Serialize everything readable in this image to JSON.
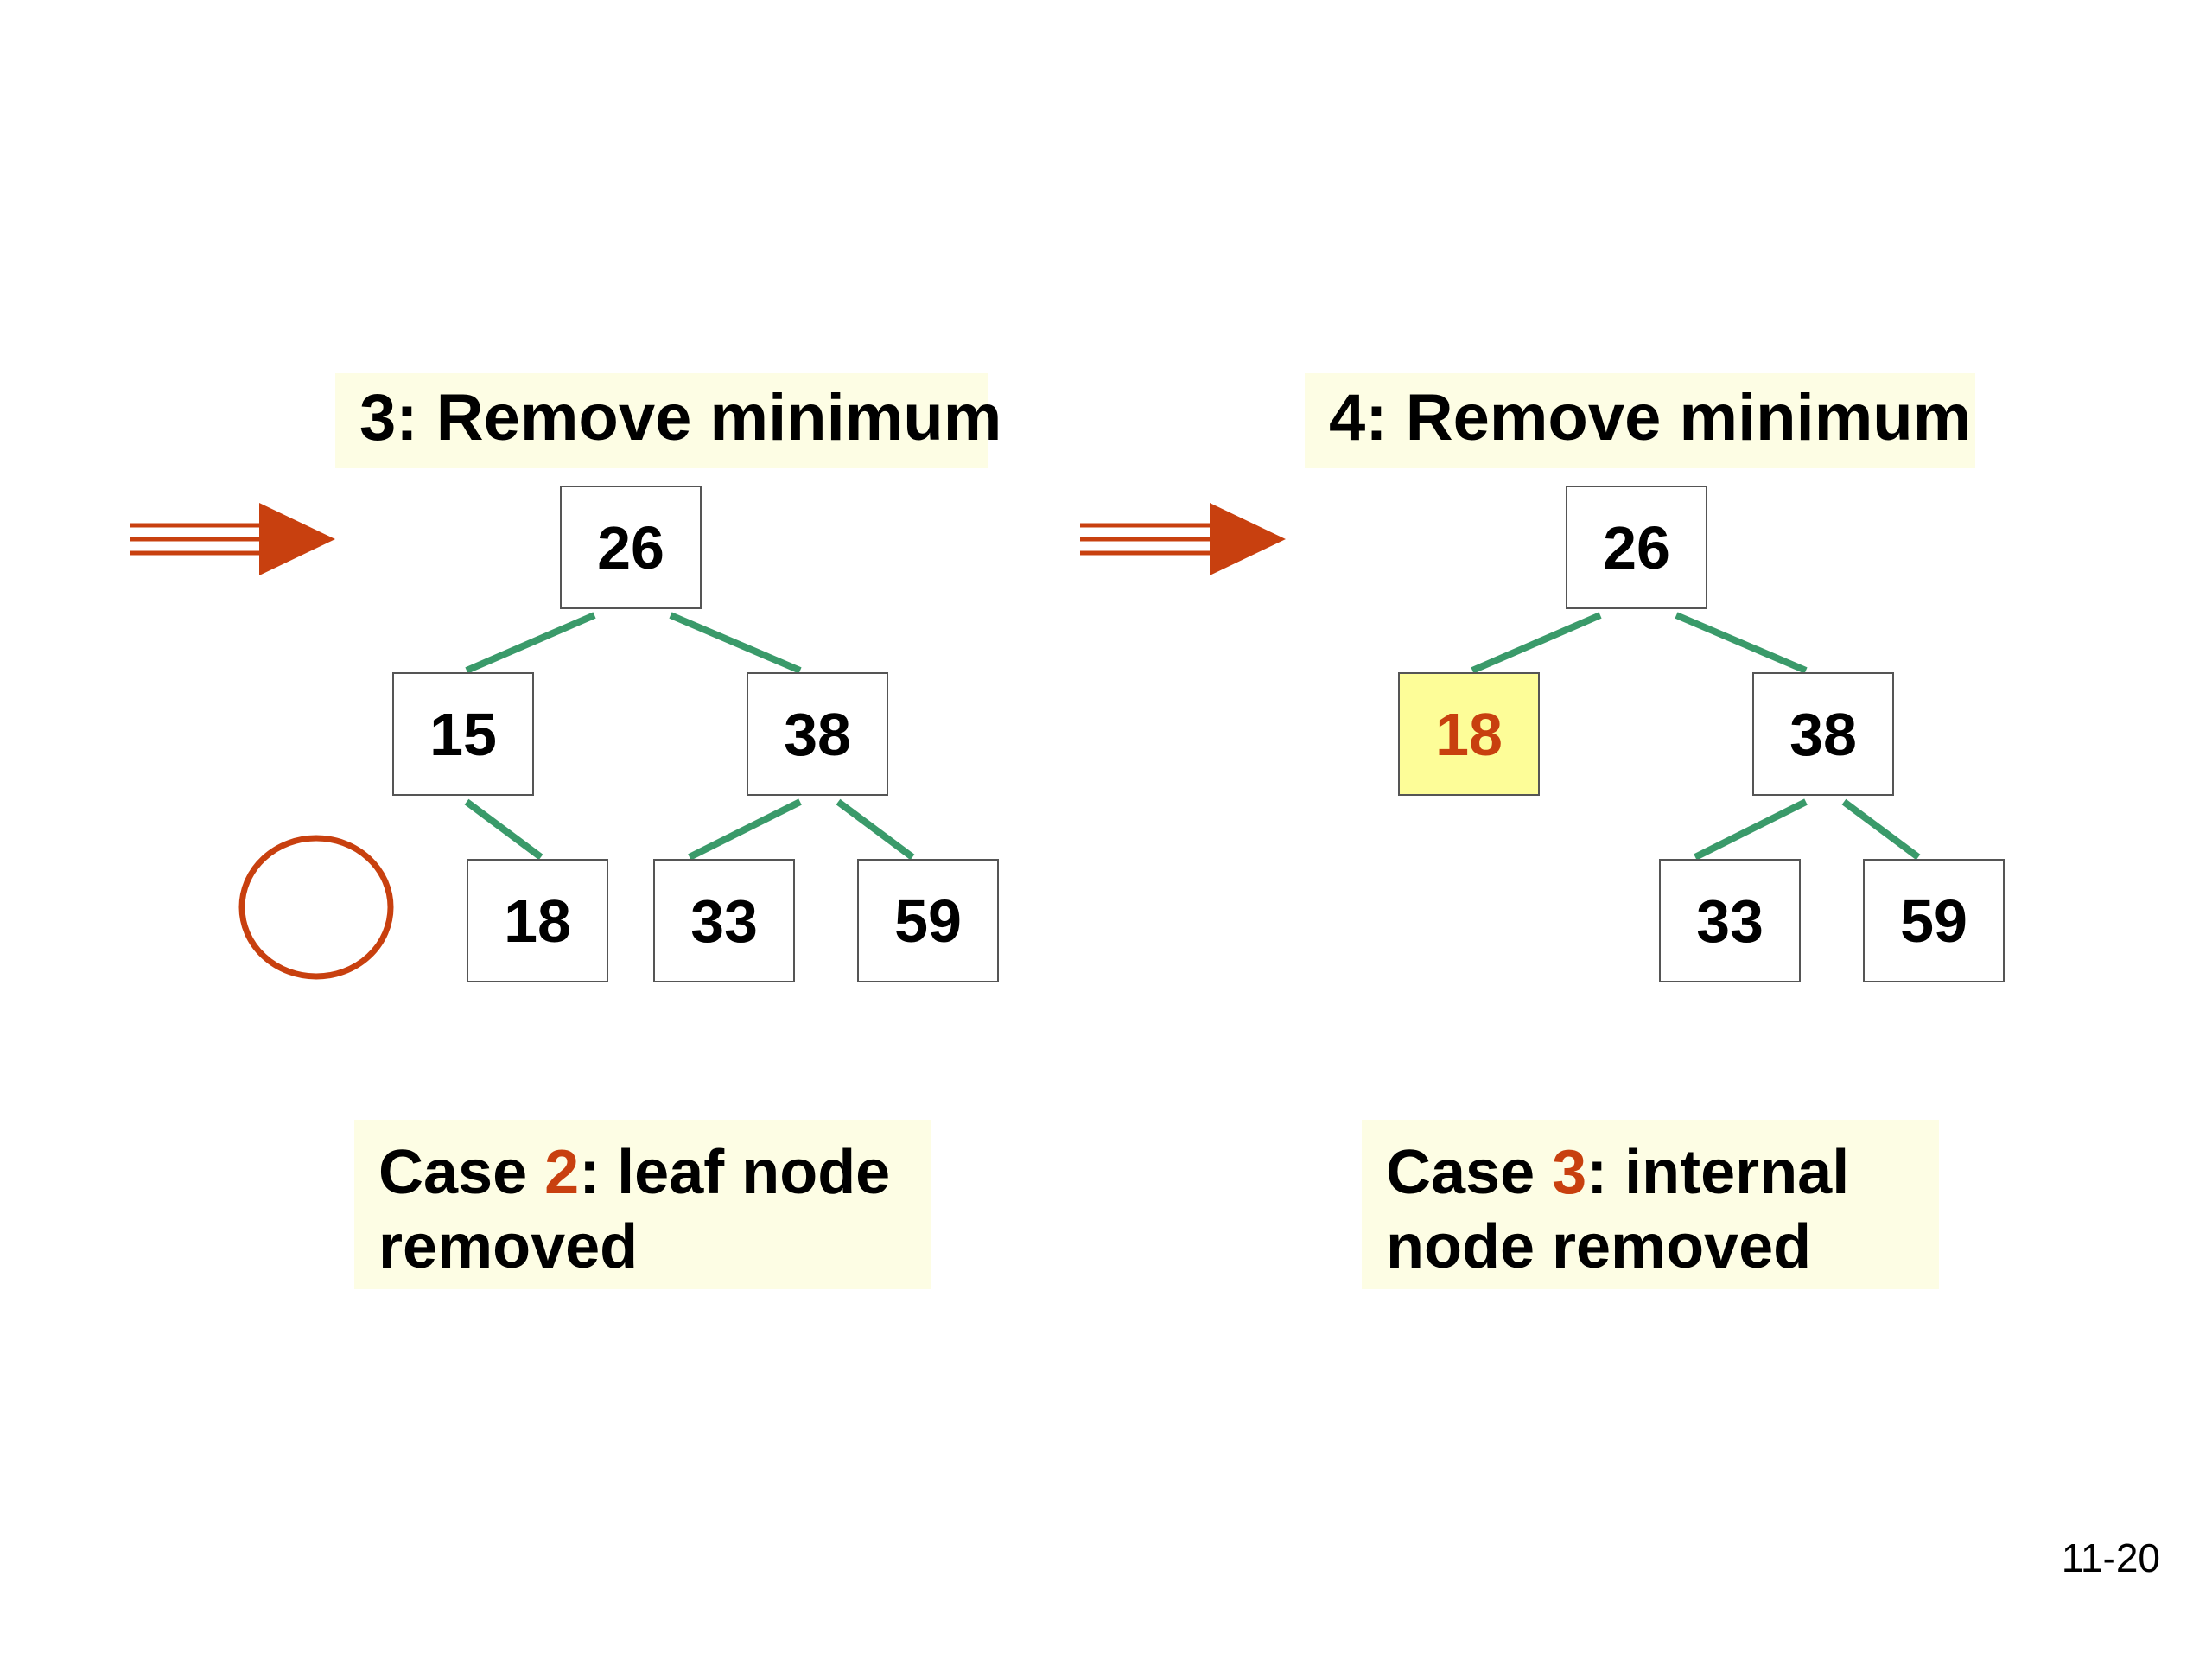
{
  "colors": {
    "arrow": "#c8400f",
    "edge": "#3a9a6a",
    "label_bg": "#fdfde4",
    "highlight_bg": "#fdfd98",
    "accent_text": "#c8400f"
  },
  "panels": [
    {
      "title": "3: Remove minimum",
      "caption": {
        "prefix": "Case ",
        "number": "2",
        "suffix": ": leaf node",
        "line2": "removed"
      },
      "nodes": [
        "26",
        "15",
        "38",
        "18",
        "33",
        "59"
      ]
    },
    {
      "title": "4: Remove minimum",
      "caption": {
        "prefix": "Case ",
        "number": "3",
        "suffix": ": internal",
        "line2": "node removed"
      },
      "nodes": [
        "26",
        "18",
        "38",
        "33",
        "59"
      ],
      "highlighted_node": "18"
    }
  ],
  "page_number": "11-20"
}
